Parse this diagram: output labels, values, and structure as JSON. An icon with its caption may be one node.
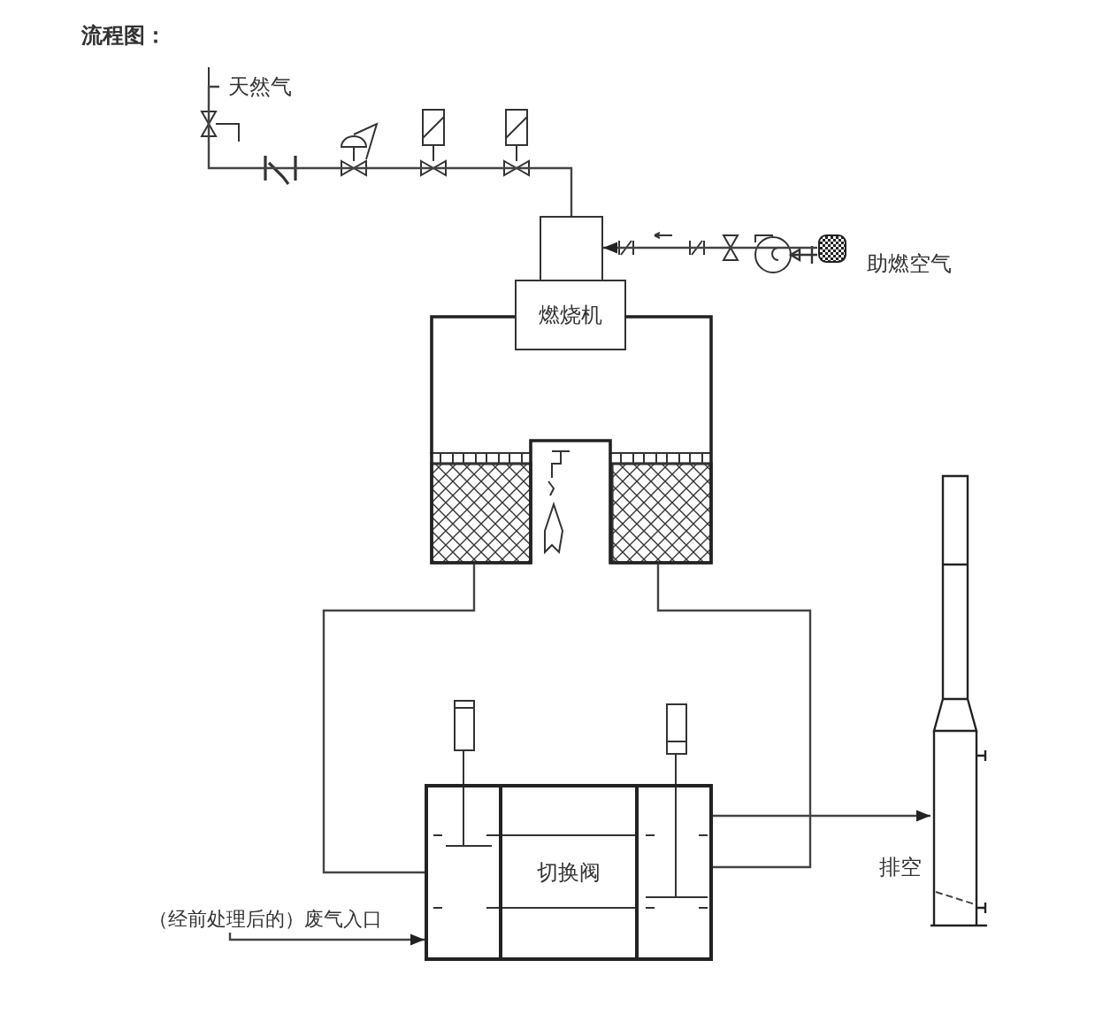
{
  "diagram": {
    "title": "流程图：",
    "nodes": [
      {
        "text": [
          "天然气"
        ]
      },
      {
        "text": [],
        "shape": "box"
      },
      {
        "text": [],
        "shape": "filter",
        "beside": [
          "助燃空气"
        ]
      },
      {
        "text": [
          "燃烧机"
        ]
      },
      {
        "text": [],
        "shape": "chamber"
      },
      {
        "text": [],
        "shape": "chimney",
        "beside": [
          "排空"
        ]
      },
      {
        "text": [
          "切换阀"
        ]
      },
      {
        "text": [
          "（经前处理后的）废气入口"
        ]
      }
    ],
    "edges": [
      {
        "from": 0,
        "to": 1,
        "arrow": "none"
      },
      {
        "from": 2,
        "to": 1,
        "arrow": "to"
      },
      {
        "from": 4,
        "to": 6,
        "arrow": "none"
      },
      {
        "from": 4,
        "to": 6,
        "arrow": "none"
      },
      {
        "from": 6,
        "to": 5,
        "arrow": "to"
      },
      {
        "from": 7,
        "to": 6,
        "arrow": "to"
      }
    ]
  }
}
